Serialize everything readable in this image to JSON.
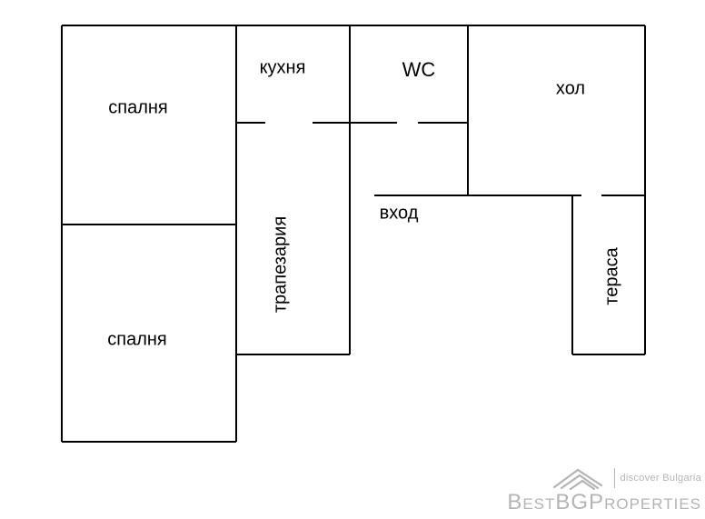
{
  "colors": {
    "wall": "#000000",
    "background": "#ffffff",
    "text": "#000000",
    "watermark": "#b4b4b4"
  },
  "floorplan": {
    "rooms": {
      "bedroom_top": {
        "label": "спалня"
      },
      "kitchen": {
        "label": "кухня"
      },
      "wc": {
        "label": "WC"
      },
      "hall": {
        "label": "хол"
      },
      "dining": {
        "label": "трапезария"
      },
      "entrance": {
        "label": "вход"
      },
      "terrace": {
        "label": "тераса"
      },
      "bedroom_bottom": {
        "label": "спалня"
      }
    }
  },
  "watermark": {
    "brand": "BestBGProperties",
    "tagline": "discover Bulgaria",
    "logo": "roof-icon"
  }
}
